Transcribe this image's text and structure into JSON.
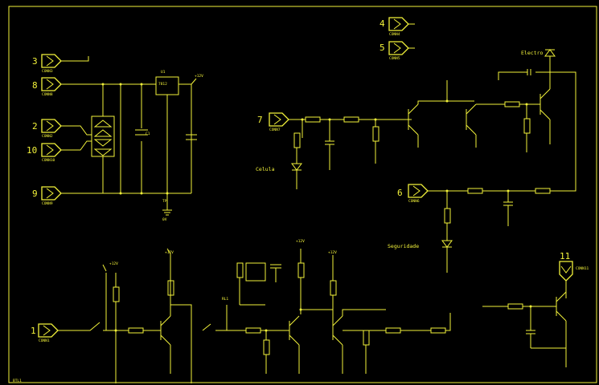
{
  "connectors": [
    {
      "num": "3",
      "text": "CONN3"
    },
    {
      "num": "8",
      "text": "CONN8"
    },
    {
      "num": "2",
      "text": "CONN2"
    },
    {
      "num": "10",
      "text": "CONN10"
    },
    {
      "num": "9",
      "text": "CONN9"
    },
    {
      "num": "4",
      "text": "CONN4"
    },
    {
      "num": "5",
      "text": "CONN5"
    },
    {
      "num": "7",
      "text": "CONN7"
    },
    {
      "num": "6",
      "text": "CONN6"
    },
    {
      "num": "1",
      "text": "CONN1"
    },
    {
      "num": "11",
      "text": "CONN11"
    }
  ],
  "labels": {
    "celula": "Celula",
    "seguridade": "Seguridade",
    "electro": "Electro"
  },
  "supplies": {
    "v12a": "+12V",
    "v12b": "+12V",
    "v12c": "+12V",
    "v12d": "+12V",
    "v12e": "+12V"
  },
  "small": {
    "sheet_id": "BTL1",
    "u1": "U1",
    "reg": "7812",
    "rel1": "RL1",
    "tp": "TP",
    "gnd": "0V"
  },
  "colors": {
    "background": "#000000",
    "trace": "#f2f23a"
  }
}
